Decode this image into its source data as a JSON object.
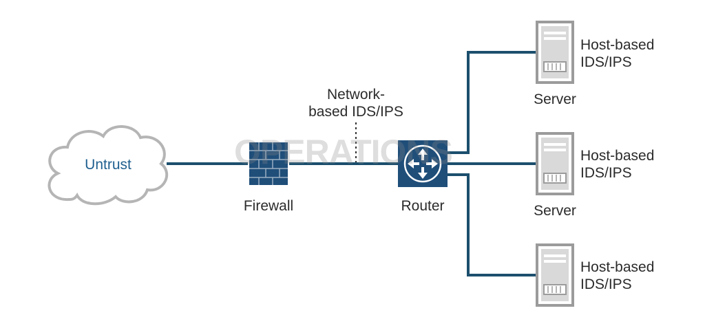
{
  "nodes": {
    "cloud": {
      "label": "Untrust"
    },
    "firewall": {
      "label": "Firewall"
    },
    "router": {
      "label": "Router"
    },
    "network_ids": {
      "line1": "Network-",
      "line2": "based IDS/IPS"
    }
  },
  "servers": [
    {
      "label": "Server",
      "ids_line1": "Host-based",
      "ids_line2": "IDS/IPS"
    },
    {
      "label": "Server",
      "ids_line1": "Host-based",
      "ids_line2": "IDS/IPS"
    },
    {
      "label": "",
      "ids_line1": "Host-based",
      "ids_line2": "IDS/IPS"
    }
  ],
  "watermark": {
    "text": "OPERATIONS"
  },
  "colors": {
    "link": "#1c4f6d",
    "device_blue": "#1f4e79",
    "server_gray": "#9b9b9b",
    "cloud_stroke": "#b5b5b5",
    "cloud_text": "#1f5f8f"
  }
}
